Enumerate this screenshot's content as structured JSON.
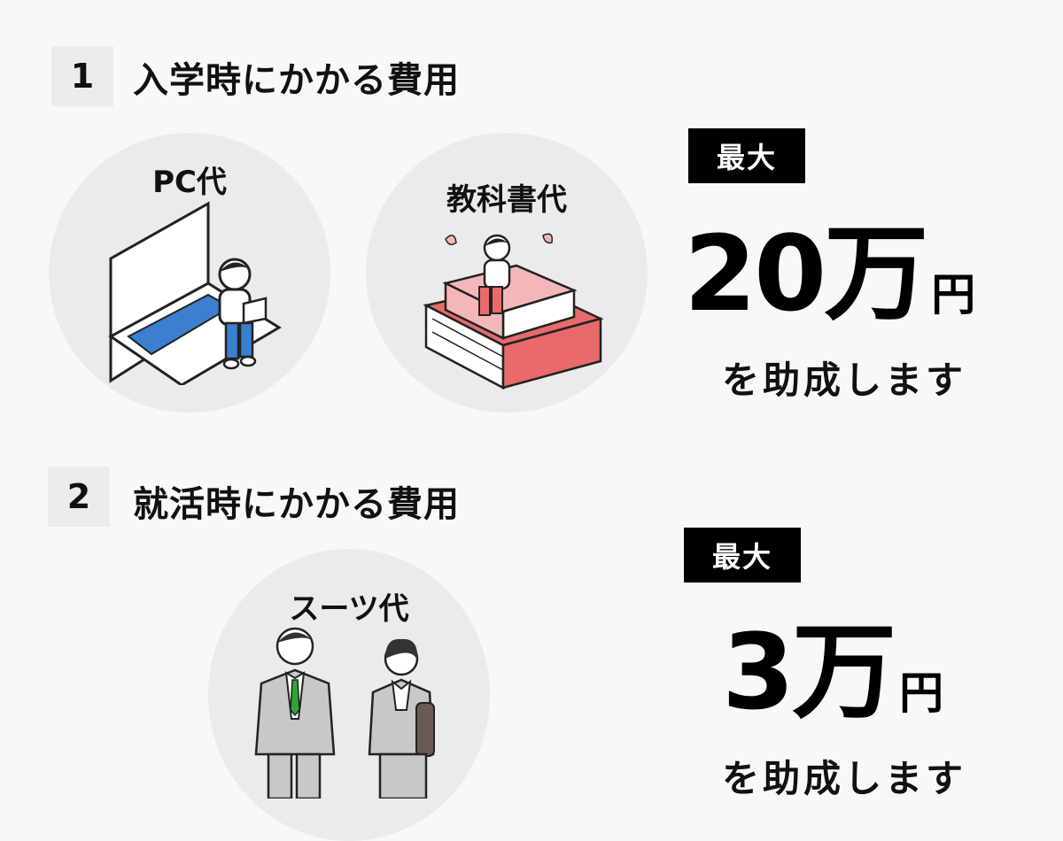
{
  "section1": {
    "number": "1",
    "title": "入学時にかかる費用",
    "items": [
      {
        "label": "PC代",
        "icon": "laptop-person-illustration"
      },
      {
        "label": "教科書代",
        "icon": "textbooks-person-illustration"
      }
    ],
    "badge": "最大",
    "amount": "20万",
    "unit": "円",
    "note": "を助成します"
  },
  "section2": {
    "number": "2",
    "title": "就活時にかかる費用",
    "items": [
      {
        "label": "スーツ代",
        "icon": "suit-people-illustration"
      }
    ],
    "badge": "最大",
    "amount": "3万",
    "unit": "円",
    "note": "を助成します"
  },
  "colors": {
    "background": "#f8f8f8",
    "circle": "#ebebeb",
    "badge": "#000000",
    "laptop_screen": "#3a7fd0",
    "book_red": "#e86a6a"
  }
}
